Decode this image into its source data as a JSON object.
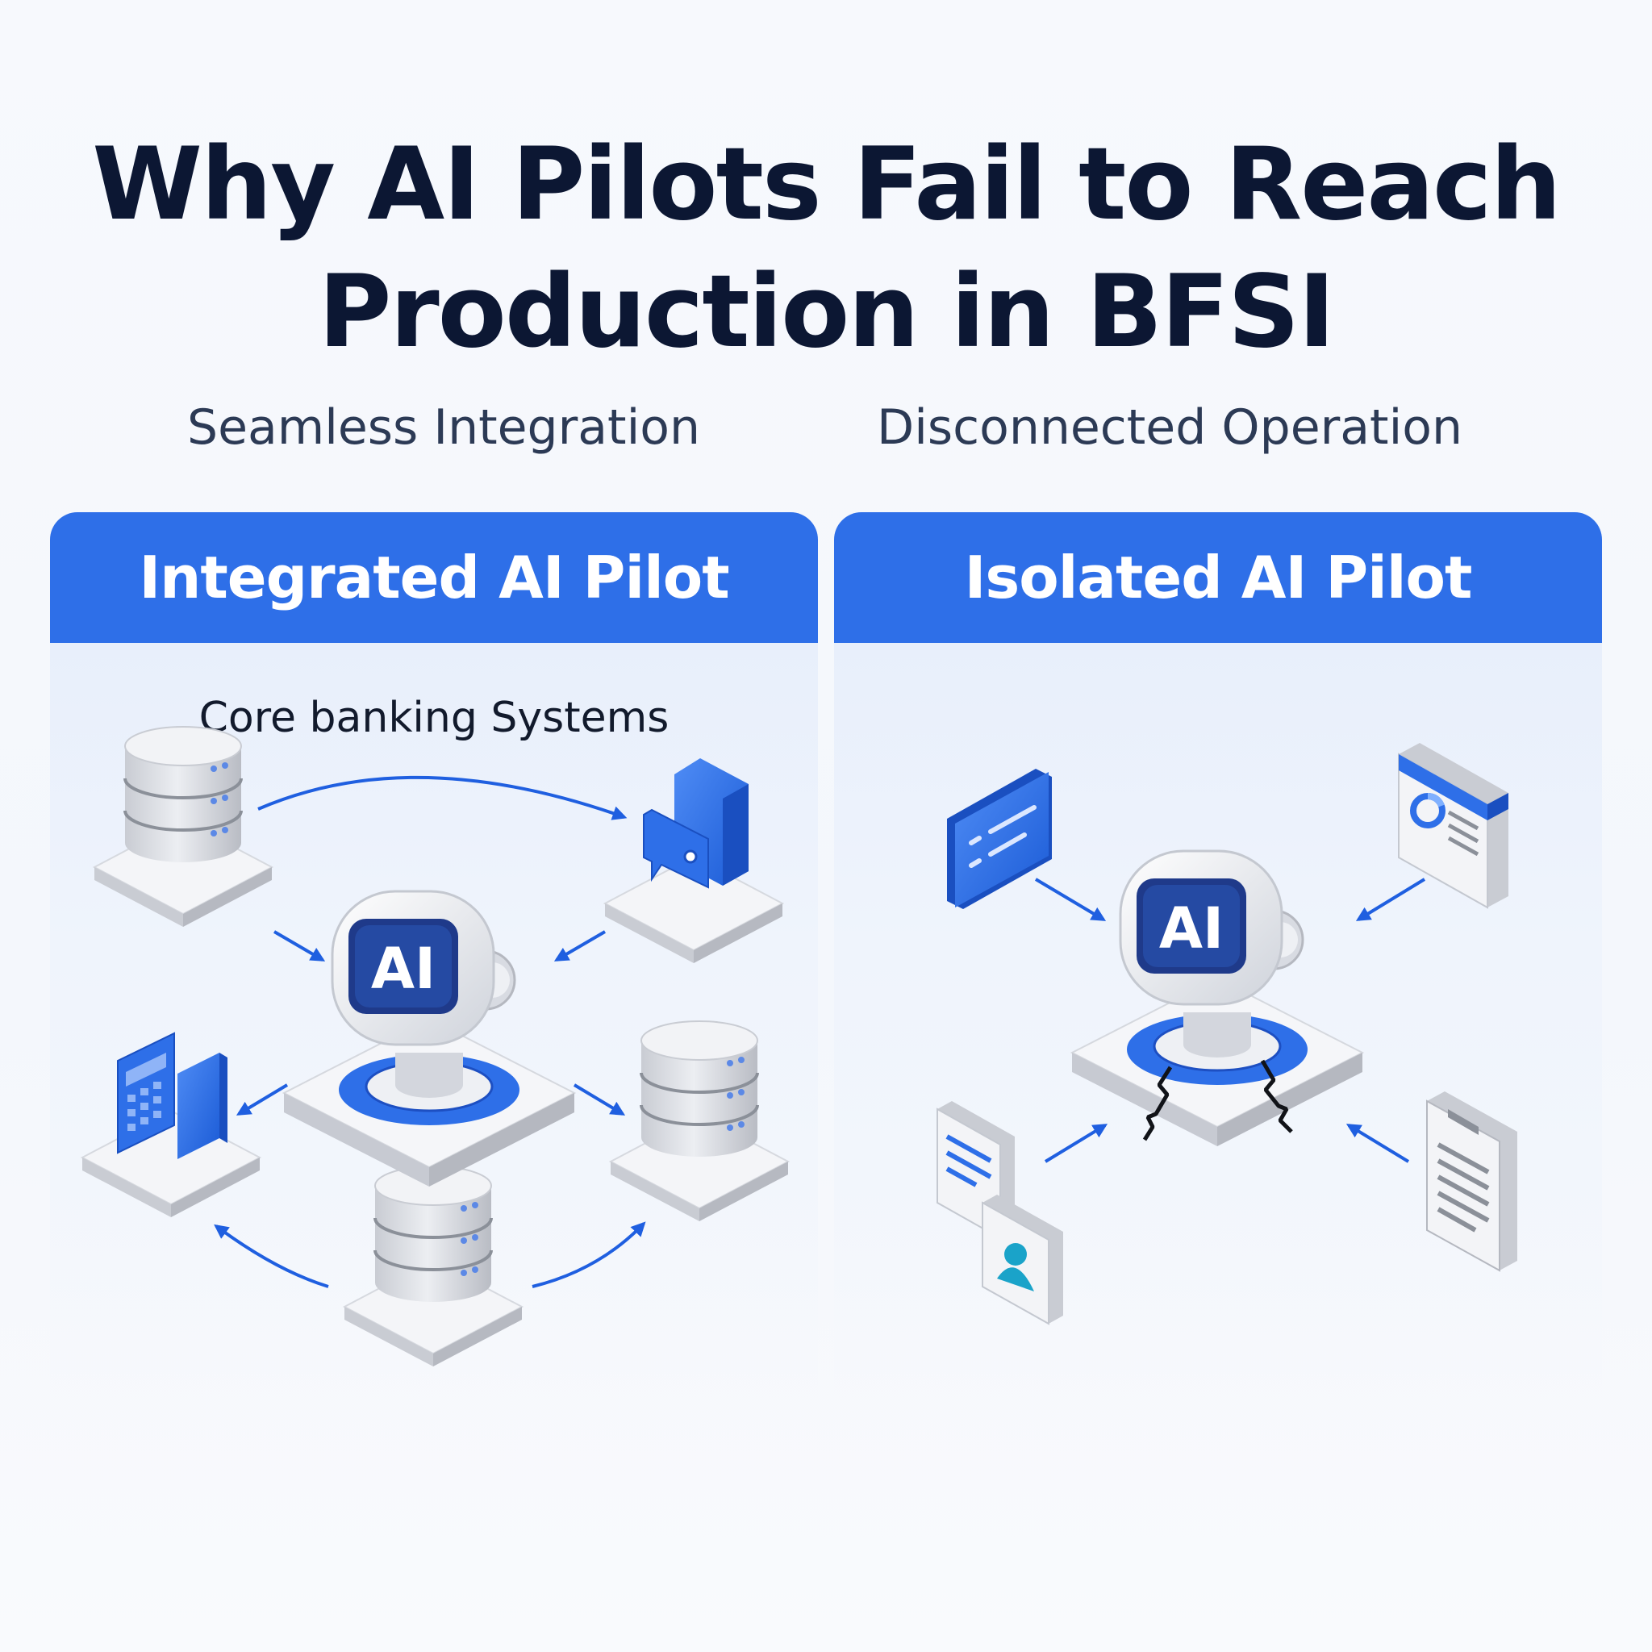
{
  "title": {
    "line1": "Why AI Pilots Fail to Reach",
    "line2": "Production in BFSI"
  },
  "subtitles": {
    "left": "Seamless Integration",
    "right": "Disconnected Operation"
  },
  "panels": {
    "left": {
      "heading": "Integrated AI Pilot",
      "section_label": "Core banking Systems",
      "robot_label": "AI"
    },
    "right": {
      "heading": "Isolated AI Pilot",
      "robot_label": "AI"
    }
  },
  "colors": {
    "accent": "#2e6fe8",
    "dark_navy": "#0c1733",
    "screen": "#1f3a8a"
  },
  "icons": [
    "database-icon",
    "chat-bubbles-icon",
    "ai-robot-icon",
    "calculator-document-icon",
    "message-card-icon",
    "dashboard-window-icon",
    "report-profile-icon",
    "document-icon",
    "crack-icon"
  ]
}
